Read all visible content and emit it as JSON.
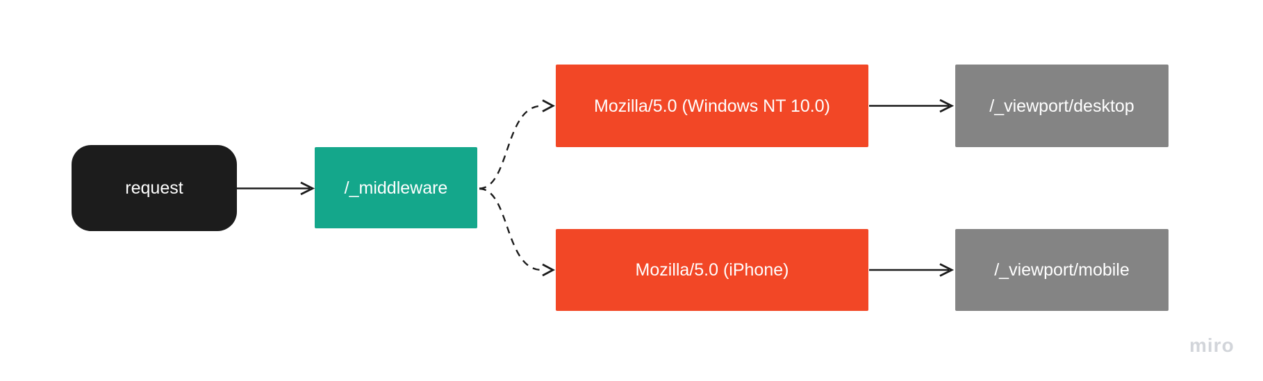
{
  "board": {
    "watermark": "miro",
    "background_color": "#ffffff",
    "connector_color": "#1b1b1b",
    "watermark_color": "#d2d5da"
  },
  "diagram": {
    "nodes": {
      "request": {
        "label": "request",
        "color": "#1c1c1c",
        "shape": "rounded-rectangle"
      },
      "middleware": {
        "label": "/_middleware",
        "color": "#14a78b",
        "shape": "rectangle"
      },
      "ua_desktop": {
        "label": "Mozilla/5.0 (Windows NT 10.0)",
        "color": "#f24726",
        "shape": "rectangle"
      },
      "viewport_desktop": {
        "label": "/_viewport/desktop",
        "color": "#848484",
        "shape": "rectangle"
      },
      "ua_mobile": {
        "label": "Mozilla/5.0 (iPhone)",
        "color": "#f24726",
        "shape": "rectangle"
      },
      "viewport_mobile": {
        "label": "/_viewport/mobile",
        "color": "#848484",
        "shape": "rectangle"
      }
    },
    "edges": [
      {
        "from": "request",
        "to": "middleware",
        "style": "solid"
      },
      {
        "from": "middleware",
        "to": "ua_desktop",
        "style": "dashed"
      },
      {
        "from": "middleware",
        "to": "ua_mobile",
        "style": "dashed"
      },
      {
        "from": "ua_desktop",
        "to": "viewport_desktop",
        "style": "solid"
      },
      {
        "from": "ua_mobile",
        "to": "viewport_mobile",
        "style": "solid"
      }
    ]
  }
}
